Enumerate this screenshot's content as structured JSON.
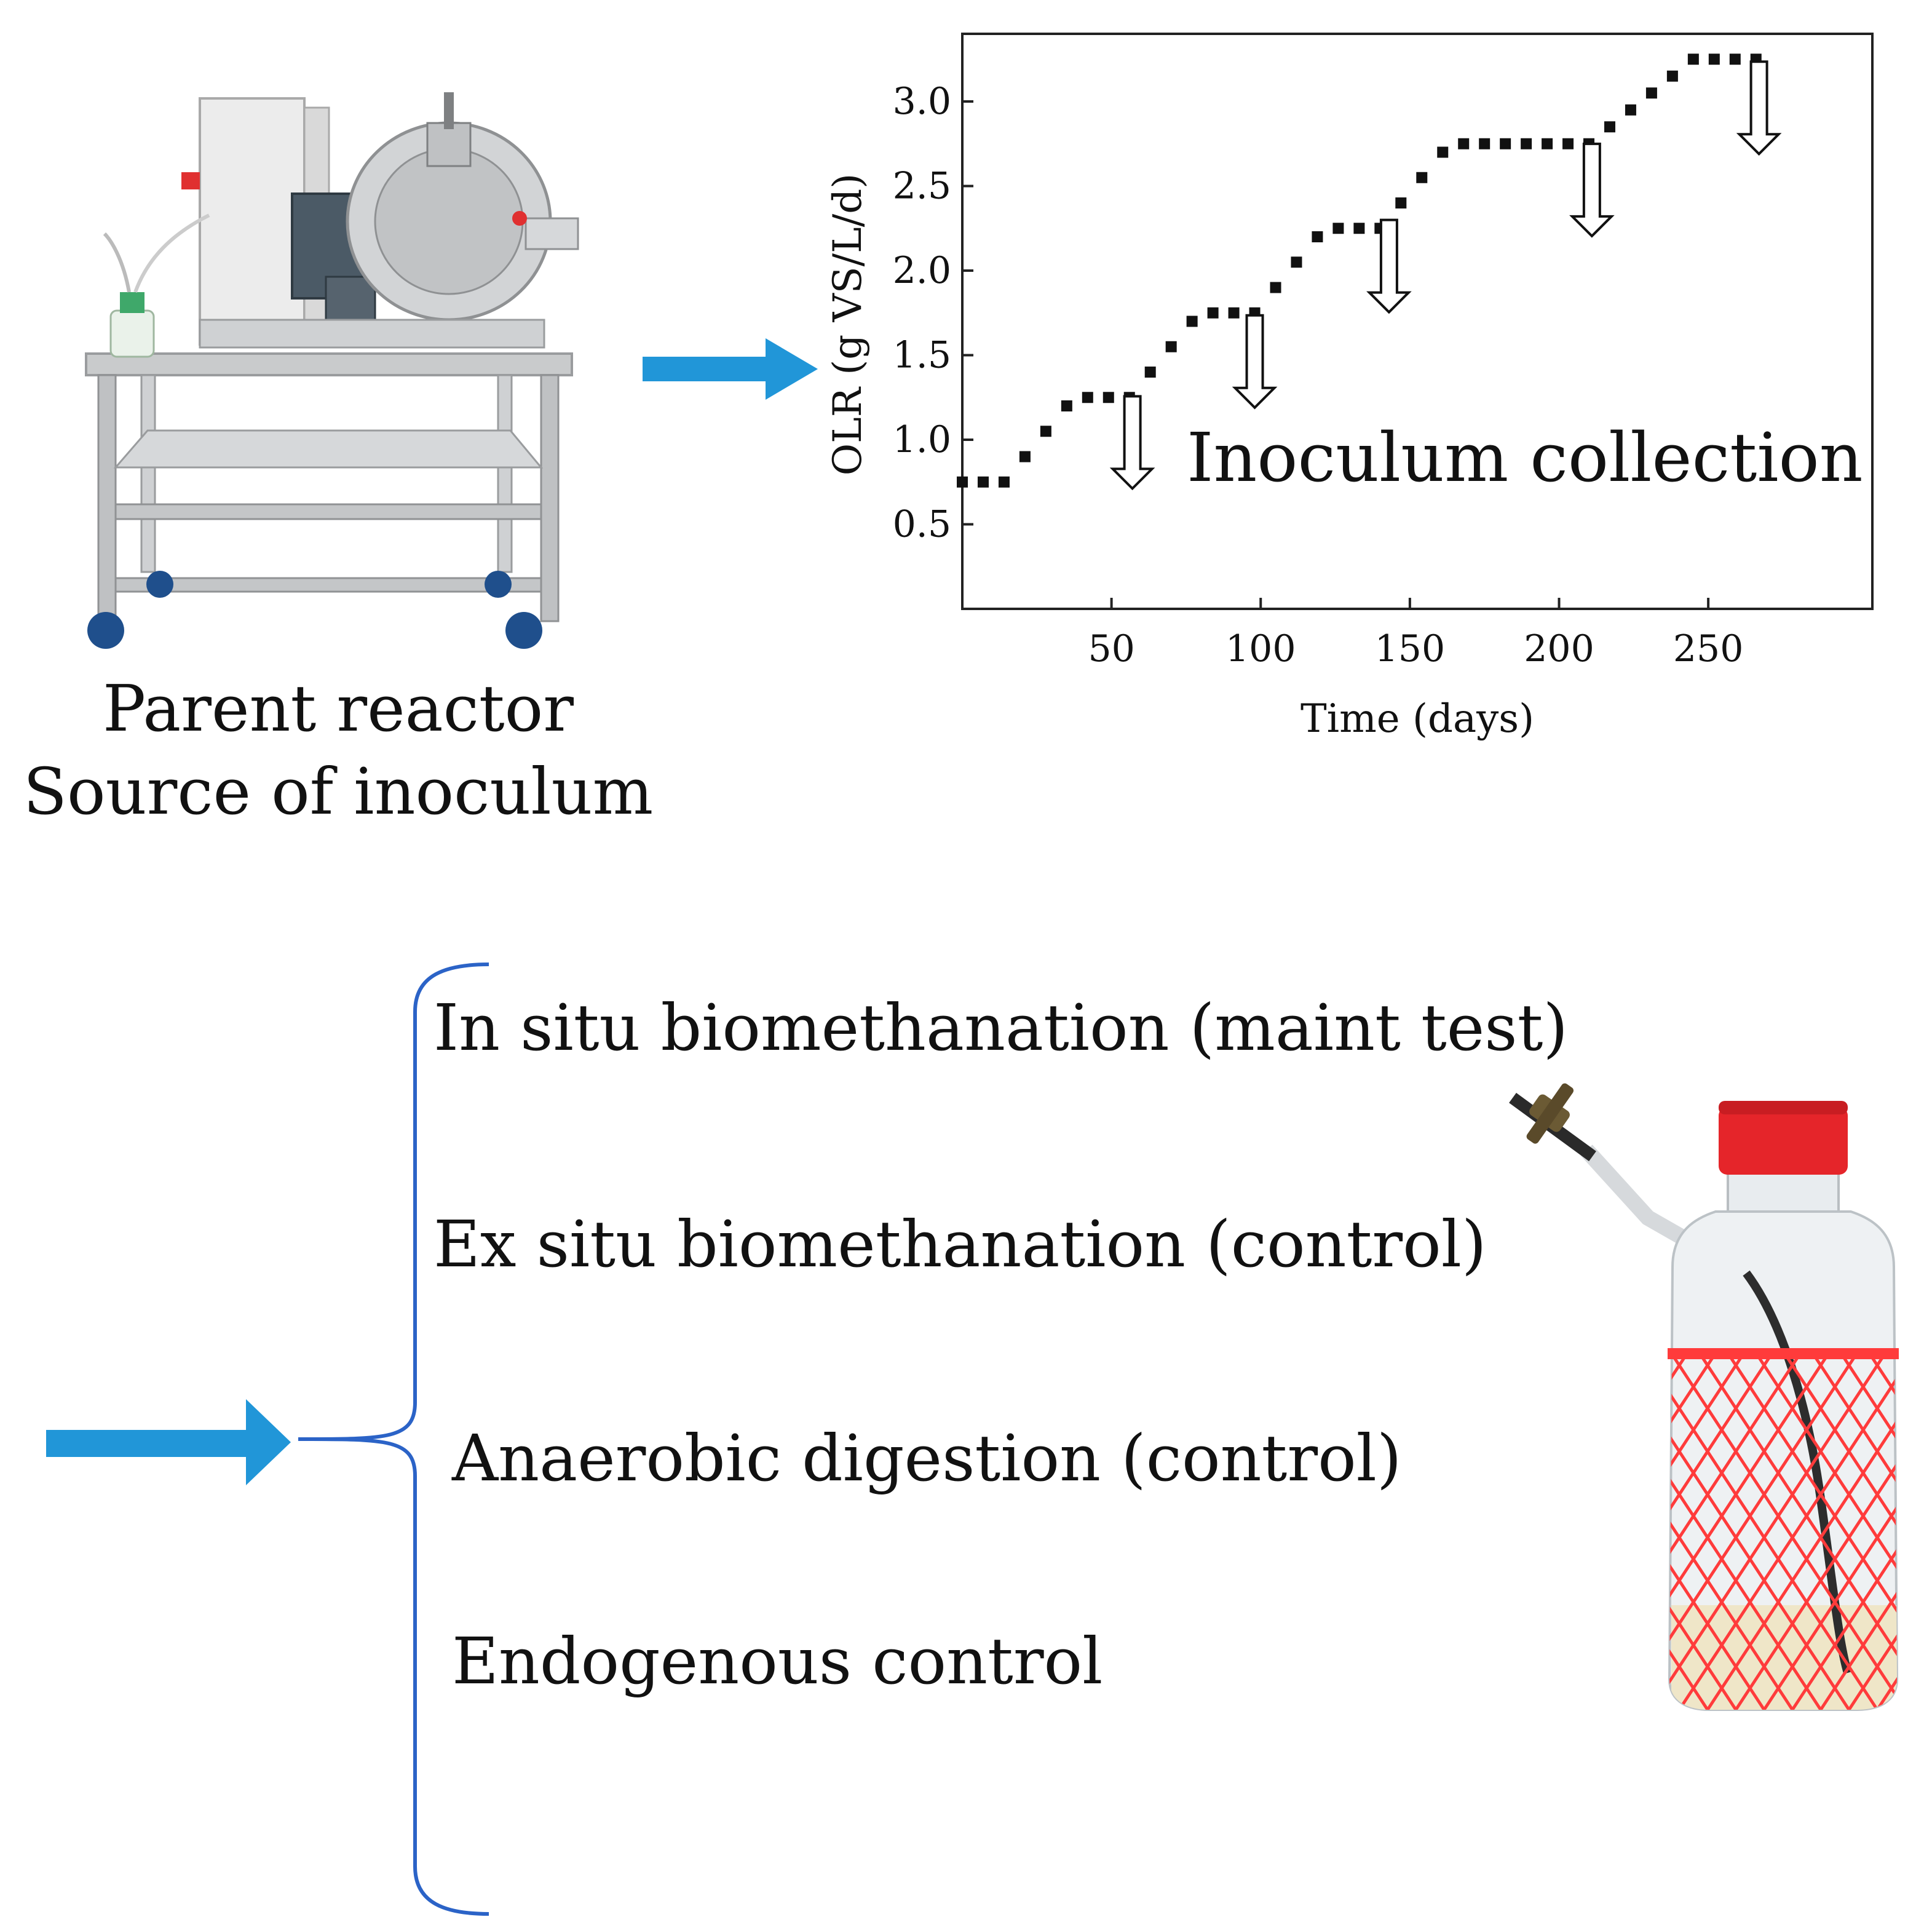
{
  "parent_reactor": {
    "caption_line1": "Parent reactor",
    "caption_line2": "Source of inoculum"
  },
  "annotation": "Inoculum collection",
  "treatments": [
    "In situ biomethanation (maint test)",
    "Ex situ  biomethanation (control)",
    "Anaerobic digestion (control)",
    "Endogenous control"
  ],
  "colors": {
    "flow_arrow": "#2196d8",
    "bracket": "#2b63c7",
    "bottle_cap": "#e5252a",
    "bottle_net": "#ff3b3b",
    "points": "#111111"
  },
  "icons": [
    "reactor-photo",
    "bottle-photo",
    "flow-arrow-icon",
    "collection-arrow-icon"
  ],
  "chart_data": {
    "type": "scatter",
    "xlabel": "Time (days)",
    "ylabel": "OLR (g VS/L/d)",
    "xlim": [
      0,
      305
    ],
    "ylim": [
      0,
      3.4
    ],
    "xticks": [
      "50",
      "100",
      "150",
      "200",
      "250"
    ],
    "yticks": [
      "0.5",
      "1.0",
      "1.5",
      "2.0",
      "2.5",
      "3.0"
    ],
    "grid": false,
    "x": [
      0,
      7,
      14,
      21,
      28,
      35,
      42,
      49,
      56,
      63,
      70,
      77,
      84,
      91,
      98,
      105,
      112,
      119,
      126,
      133,
      140,
      147,
      154,
      161,
      168,
      175,
      182,
      189,
      196,
      203,
      210,
      217,
      224,
      231,
      238,
      245,
      252,
      259,
      266
    ],
    "y": [
      0.75,
      0.75,
      0.75,
      0.9,
      1.05,
      1.2,
      1.25,
      1.25,
      1.25,
      1.4,
      1.55,
      1.7,
      1.75,
      1.75,
      1.75,
      1.9,
      2.05,
      2.2,
      2.25,
      2.25,
      2.25,
      2.4,
      2.55,
      2.7,
      2.75,
      2.75,
      2.75,
      2.75,
      2.75,
      2.75,
      2.75,
      2.85,
      2.95,
      3.05,
      3.15,
      3.25,
      3.25,
      3.25,
      3.25
    ],
    "collection_days": [
      57,
      98,
      143,
      211,
      267
    ]
  }
}
